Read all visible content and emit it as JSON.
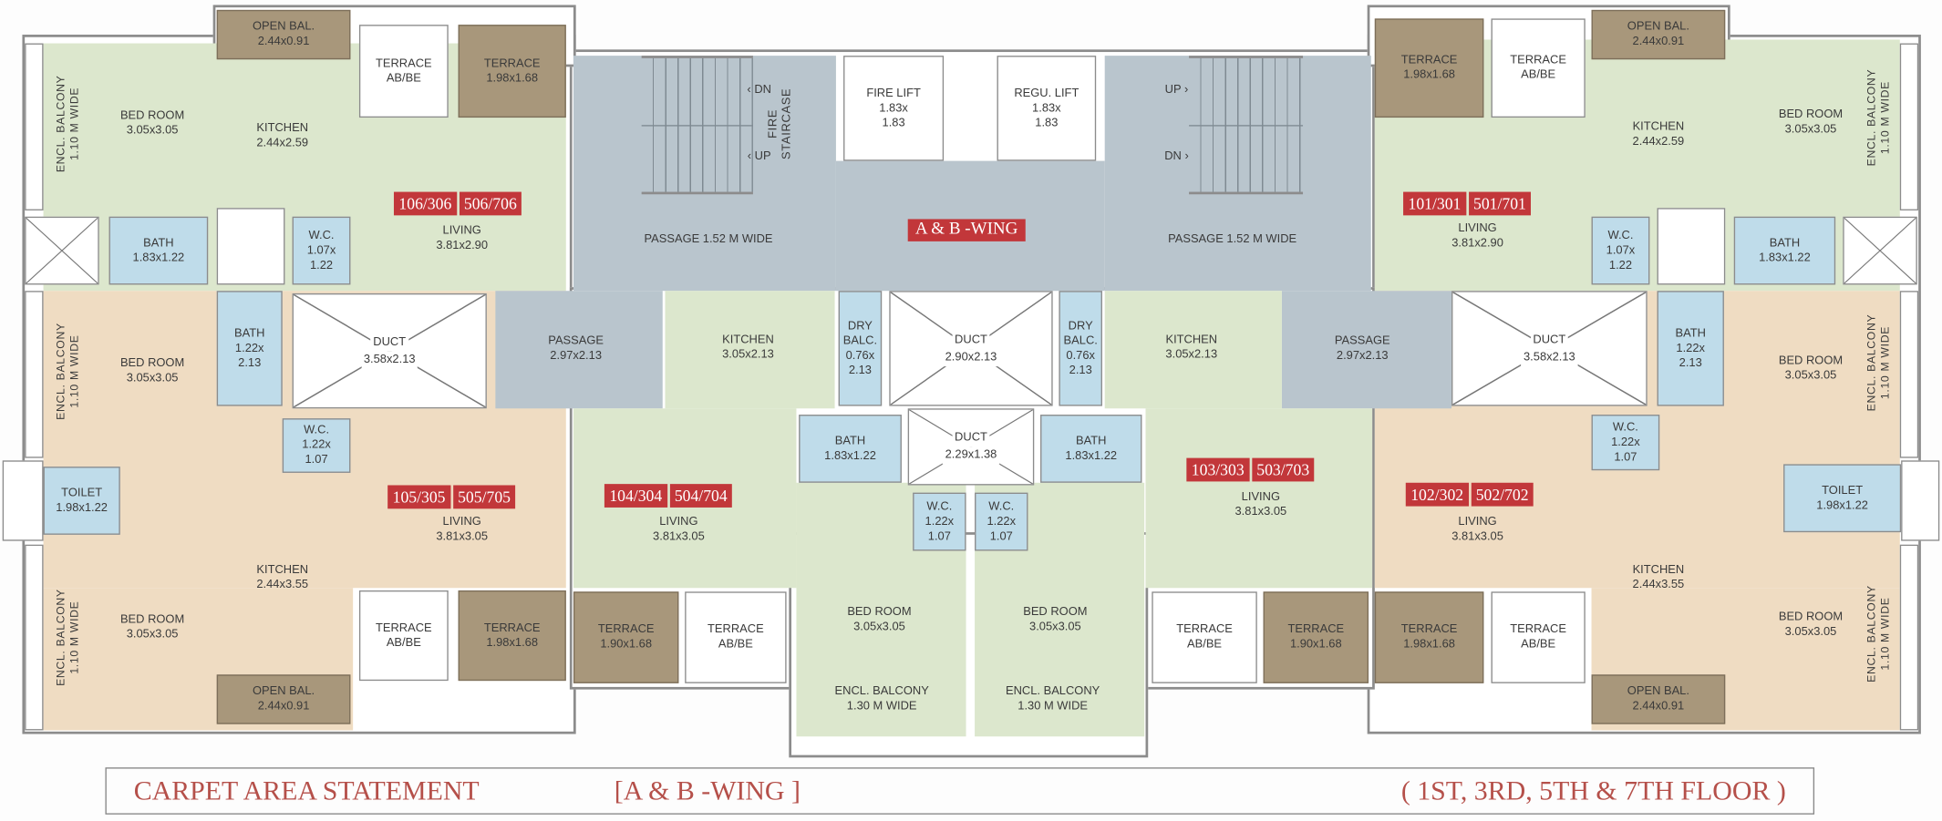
{
  "footer": {
    "statement": "CARPET AREA STATEMENT",
    "wing": "[A & B -WING ]",
    "floors": "( 1ST, 3RD, 5TH & 7TH FLOOR )"
  },
  "wing_label": "A & B -WING",
  "colors": {
    "living_green": "#dce7cd",
    "living_peach": "#efdcc2",
    "wet_blue": "#bfdcea",
    "terrace_brown": "#a8977b",
    "passage_gray": "#b9c5cd",
    "label_red": "#c2373a"
  },
  "units": {
    "u106": {
      "a": "106/306",
      "b": "506/706"
    },
    "u105": {
      "a": "105/305",
      "b": "505/705"
    },
    "u104": {
      "a": "104/304",
      "b": "504/704"
    },
    "u103": {
      "a": "103/303",
      "b": "503/703"
    },
    "u101": {
      "a": "101/301",
      "b": "501/701"
    },
    "u102": {
      "a": "102/302",
      "b": "502/702"
    }
  },
  "rooms": {
    "tl_open_bal": {
      "name": "OPEN BAL.",
      "size": "2.44x0.91"
    },
    "tl_terrace_ab": {
      "name": "TERRACE",
      "size": "AB/BE"
    },
    "tl_terrace": {
      "name": "TERRACE",
      "size": "1.98x1.68"
    },
    "tl_bed": {
      "name": "BED ROOM",
      "size": "3.05x3.05"
    },
    "tl_kitchen": {
      "name": "KITCHEN",
      "size": "2.44x2.59"
    },
    "tl_encl": {
      "name": "ENCL. BALCONY",
      "size": "1.10 M WIDE"
    },
    "tl_living": {
      "name": "LIVING",
      "size": "3.81x2.90"
    },
    "tl_bath": {
      "name": "BATH",
      "size": "1.83x1.22"
    },
    "tl_wc": {
      "name": "W.C.",
      "size": "1.07x\n1.22"
    },
    "ml_bath": {
      "name": "BATH",
      "size": "1.22x\n2.13"
    },
    "ml_duct": {
      "name": "DUCT",
      "size": "3.58x2.13"
    },
    "ml_passage": {
      "name": "PASSAGE",
      "size": "2.97x2.13"
    },
    "bl_bed1": {
      "name": "BED ROOM",
      "size": "3.05x3.05"
    },
    "bl_encl1": {
      "name": "ENCL. BALCONY",
      "size": "1.10 M WIDE"
    },
    "bl_wc": {
      "name": "W.C.",
      "size": "1.22x\n1.07"
    },
    "bl_toilet": {
      "name": "TOILET",
      "size": "1.98x1.22"
    },
    "bl_living": {
      "name": "LIVING",
      "size": "3.81x3.05"
    },
    "bl_kitchen": {
      "name": "KITCHEN",
      "size": "2.44x3.55"
    },
    "bl_bed2": {
      "name": "BED ROOM",
      "size": "3.05x3.05"
    },
    "bl_encl2": {
      "name": "ENCL. BALCONY",
      "size": "1.10 M WIDE"
    },
    "bl_terrace_ab": {
      "name": "TERRACE",
      "size": "AB/BE"
    },
    "bl_terrace": {
      "name": "TERRACE",
      "size": "1.98x1.68"
    },
    "bl_open_bal": {
      "name": "OPEN BAL.",
      "size": "2.44x0.91"
    },
    "fire_staircase": {
      "name": "FIRE",
      "size": "STAIRCASE"
    },
    "stair_l_dn": {
      "name": "DN"
    },
    "stair_l_up": {
      "name": "UP"
    },
    "fire_lift": {
      "name": "FIRE LIFT",
      "size": "1.83x\n1.83"
    },
    "regu_lift": {
      "name": "REGU. LIFT",
      "size": "1.83x\n1.83"
    },
    "stair_r_up": {
      "name": "UP"
    },
    "stair_r_dn": {
      "name": "DN"
    },
    "passage_l": {
      "name": "PASSAGE 1.52 M WIDE"
    },
    "passage_r": {
      "name": "PASSAGE 1.52 M WIDE"
    },
    "c_kitchen_l": {
      "name": "KITCHEN",
      "size": "3.05x2.13"
    },
    "c_dry_l": {
      "name": "DRY\nBALC.",
      "size": "0.76x\n2.13"
    },
    "c_duct": {
      "name": "DUCT",
      "size": "2.90x2.13"
    },
    "c_dry_r": {
      "name": "DRY\nBALC.",
      "size": "0.76x\n2.13"
    },
    "c_kitchen_r": {
      "name": "KITCHEN",
      "size": "3.05x2.13"
    },
    "mr_passage": {
      "name": "PASSAGE",
      "size": "2.97x2.13"
    },
    "mr_duct": {
      "name": "DUCT",
      "size": "3.58x2.13"
    },
    "mr_bath": {
      "name": "BATH",
      "size": "1.22x\n2.13"
    },
    "c_bath_l": {
      "name": "BATH",
      "size": "1.83x1.22"
    },
    "c_duct2": {
      "name": "DUCT",
      "size": "2.29x1.38"
    },
    "c_bath_r": {
      "name": "BATH",
      "size": "1.83x1.22"
    },
    "c_wc_l": {
      "name": "W.C.",
      "size": "1.22x\n1.07"
    },
    "c_wc_r": {
      "name": "W.C.",
      "size": "1.22x\n1.07"
    },
    "c_living_l": {
      "name": "LIVING",
      "size": "3.81x3.05"
    },
    "c_living_r": {
      "name": "LIVING",
      "size": "3.81x3.05"
    },
    "c_bed_l": {
      "name": "BED ROOM",
      "size": "3.05x3.05"
    },
    "c_encl_l": {
      "name": "ENCL. BALCONY",
      "size": "1.30 M WIDE"
    },
    "c_bed_r": {
      "name": "BED ROOM",
      "size": "3.05x3.05"
    },
    "c_encl_r": {
      "name": "ENCL. BALCONY",
      "size": "1.30 M WIDE"
    },
    "c_terrace_l": {
      "name": "TERRACE",
      "size": "1.90x1.68"
    },
    "c_terrace_ab_l": {
      "name": "TERRACE",
      "size": "AB/BE"
    },
    "c_terrace_ab_r": {
      "name": "TERRACE",
      "size": "AB/BE"
    },
    "c_terrace_r": {
      "name": "TERRACE",
      "size": "1.90x1.68"
    },
    "tr_terrace": {
      "name": "TERRACE",
      "size": "1.98x1.68"
    },
    "tr_terrace_ab": {
      "name": "TERRACE",
      "size": "AB/BE"
    },
    "tr_open_bal": {
      "name": "OPEN BAL.",
      "size": "2.44x0.91"
    },
    "tr_kitchen": {
      "name": "KITCHEN",
      "size": "2.44x2.59"
    },
    "tr_bed": {
      "name": "BED ROOM",
      "size": "3.05x3.05"
    },
    "tr_encl": {
      "name": "ENCL. BALCONY",
      "size": "1.10 M WIDE"
    },
    "tr_living": {
      "name": "LIVING",
      "size": "3.81x2.90"
    },
    "tr_wc": {
      "name": "W.C.",
      "size": "1.07x\n1.22"
    },
    "tr_bath": {
      "name": "BATH",
      "size": "1.83x1.22"
    },
    "br_bed1": {
      "name": "BED ROOM",
      "size": "3.05x3.05"
    },
    "br_encl1": {
      "name": "ENCL. BALCONY",
      "size": "1.10 M WIDE"
    },
    "br_wc": {
      "name": "W.C.",
      "size": "1.22x\n1.07"
    },
    "br_toilet": {
      "name": "TOILET",
      "size": "1.98x1.22"
    },
    "br_living": {
      "name": "LIVING",
      "size": "3.81x3.05"
    },
    "br_kitchen": {
      "name": "KITCHEN",
      "size": "2.44x3.55"
    },
    "br_bed2": {
      "name": "BED ROOM",
      "size": "3.05x3.05"
    },
    "br_encl2": {
      "name": "ENCL. BALCONY",
      "size": "1.10 M WIDE"
    },
    "br_terrace": {
      "name": "TERRACE",
      "size": "1.98x1.68"
    },
    "br_terrace_ab": {
      "name": "TERRACE",
      "size": "AB/BE"
    },
    "br_open_bal": {
      "name": "OPEN BAL.",
      "size": "2.44x0.91"
    }
  }
}
